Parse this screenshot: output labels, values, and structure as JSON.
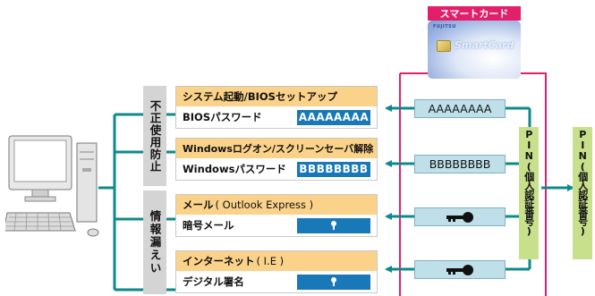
{
  "smartcard": {
    "badge": "スマートカード",
    "brand": "FUJITSU",
    "card_label": "SmartCard"
  },
  "left_labels": {
    "prevent": "不正使用防止",
    "leak": "情報漏えい"
  },
  "groups": [
    {
      "title": "システム起動/BIOSセットアップ",
      "row2_label": "BIOSパスワード",
      "row2_value": "AAAAAAAA",
      "pin_value": "AAAAAAAA"
    },
    {
      "title": "Windowsログオン/スクリーンセーバ解除",
      "row2_label": "Windowsパスワード",
      "row2_value": "BBBBBBBB",
      "pin_value": "BBBBBBBB"
    },
    {
      "title_main": "メール",
      "title_sub": "( Outlook Express )",
      "row2_label": "暗号メール",
      "row2_value_icon": "key-icon",
      "pin_icon": "key-icon"
    },
    {
      "title_main": "インターネット",
      "title_sub": "( I.E )",
      "row2_label": "デジタル署名",
      "row2_value_icon": "key-icon",
      "pin_icon": "key-icon"
    }
  ],
  "pin_label_inner": "PIN(個人認証番号)",
  "pin_label_outer": "PIN(個人認証番号)",
  "colors": {
    "line": "#0f8a8a",
    "magenta": "#e41f6a",
    "orange": "#fbd28a",
    "blue": "#1878b8",
    "green": "#c8e08c"
  }
}
